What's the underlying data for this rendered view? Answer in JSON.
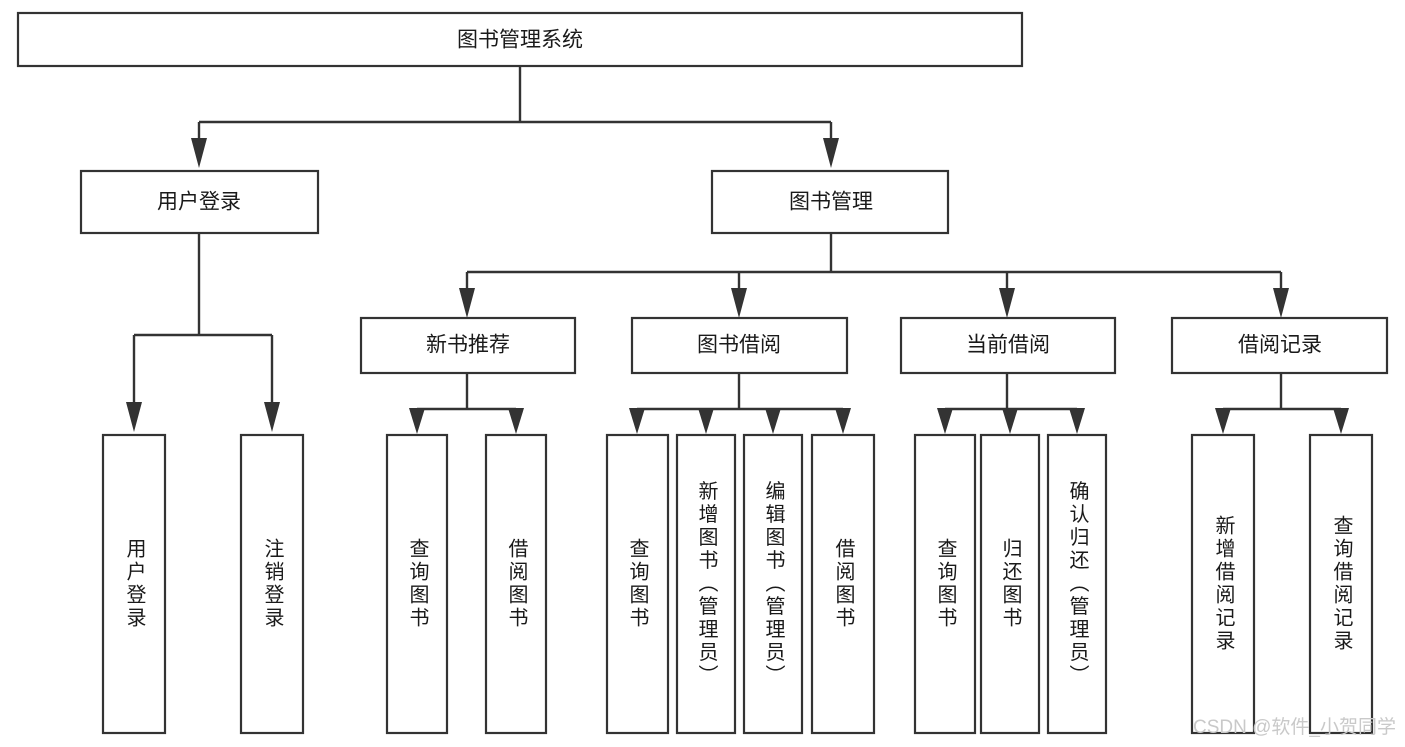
{
  "diagram": {
    "title": "图书管理系统",
    "root": {
      "id": "root",
      "label": "图书管理系统"
    },
    "level2": [
      {
        "id": "user-login",
        "label": "用户登录"
      },
      {
        "id": "book-manage",
        "label": "图书管理"
      }
    ],
    "level3": [
      {
        "id": "new-book-rec",
        "label": "新书推荐",
        "parent": "book-manage"
      },
      {
        "id": "book-borrow",
        "label": "图书借阅",
        "parent": "book-manage"
      },
      {
        "id": "current-borrow",
        "label": "当前借阅",
        "parent": "book-manage"
      },
      {
        "id": "borrow-record",
        "label": "借阅记录",
        "parent": "book-manage"
      }
    ],
    "leaves": [
      {
        "id": "leaf-user-login",
        "label": "用户登录",
        "parent": "user-login"
      },
      {
        "id": "leaf-logout",
        "label": "注销登录",
        "parent": "user-login"
      },
      {
        "id": "leaf-query-book-1",
        "label": "查询图书",
        "parent": "new-book-rec"
      },
      {
        "id": "leaf-borrow-book-1",
        "label": "借阅图书",
        "parent": "new-book-rec"
      },
      {
        "id": "leaf-query-book-2",
        "label": "查询图书",
        "parent": "book-borrow"
      },
      {
        "id": "leaf-add-book",
        "label": "新增图书（管理员）",
        "parent": "book-borrow"
      },
      {
        "id": "leaf-edit-book",
        "label": "编辑图书（管理员）",
        "parent": "book-borrow"
      },
      {
        "id": "leaf-borrow-book-2",
        "label": "借阅图书",
        "parent": "book-borrow"
      },
      {
        "id": "leaf-query-book-3",
        "label": "查询图书",
        "parent": "current-borrow"
      },
      {
        "id": "leaf-return-book",
        "label": "归还图书",
        "parent": "current-borrow"
      },
      {
        "id": "leaf-confirm-return",
        "label": "确认归还（管理员）",
        "parent": "current-borrow"
      },
      {
        "id": "leaf-add-record",
        "label": "新增借阅记录",
        "parent": "borrow-record"
      },
      {
        "id": "leaf-query-record",
        "label": "查询借阅记录",
        "parent": "borrow-record"
      }
    ]
  },
  "watermark": {
    "text": "CSDN @软件_小贺同学"
  },
  "colors": {
    "background": "#ffffff",
    "box_stroke": "#333333",
    "box_fill": "#ffffff",
    "text": "#1a1a1a",
    "watermark": "#c9c9c9"
  }
}
